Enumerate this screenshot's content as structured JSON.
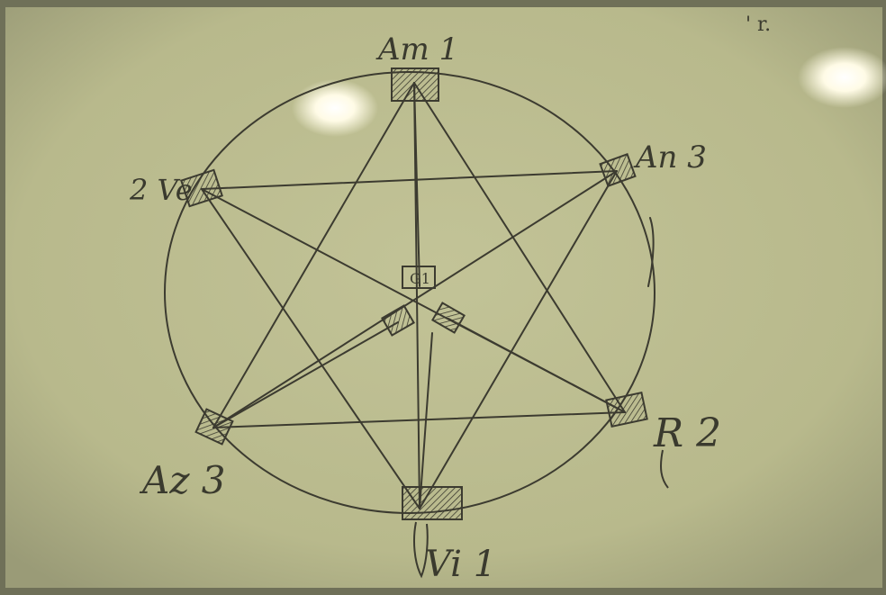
{
  "colors": {
    "board": "#bcbd8f",
    "board_edge": "#8f906f",
    "ink": "#3c3b30",
    "glare": "#fffdf0"
  },
  "nodes": {
    "top": "Am 1",
    "upper_left": "2 Ve",
    "upper_right": "An 3",
    "center": "G1",
    "lower_left": "Az 3",
    "lower_right": "R 2",
    "bottom": "Vi 1"
  },
  "corner_marks": "' r."
}
